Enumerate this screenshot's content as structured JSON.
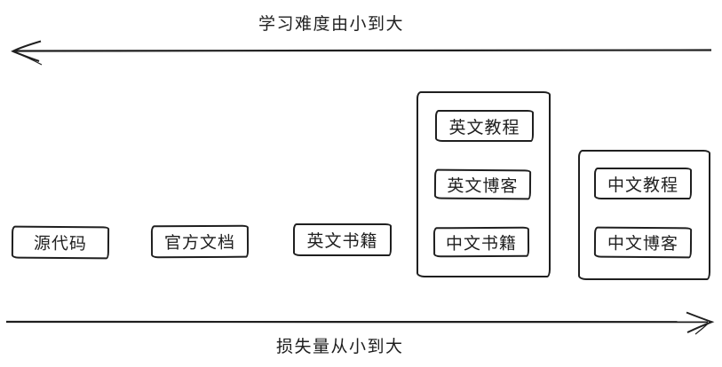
{
  "axes": {
    "top": {
      "label": "学习难度由小到大",
      "direction": "left"
    },
    "bottom": {
      "label": "损失量从小到大",
      "direction": "right"
    }
  },
  "standalone_nodes": [
    {
      "id": "source-code",
      "label": "源代码"
    },
    {
      "id": "official-docs",
      "label": "官方文档"
    },
    {
      "id": "english-books",
      "label": "英文书籍"
    }
  ],
  "groups": [
    {
      "id": "group-english-advanced",
      "items": [
        {
          "id": "english-tutorials",
          "label": "英文教程"
        },
        {
          "id": "english-blogs",
          "label": "英文博客"
        },
        {
          "id": "chinese-books",
          "label": "中文书籍"
        }
      ]
    },
    {
      "id": "group-chinese-easy",
      "items": [
        {
          "id": "chinese-tutorials",
          "label": "中文教程"
        },
        {
          "id": "chinese-blogs",
          "label": "中文博客"
        }
      ]
    }
  ],
  "colors": {
    "stroke": "#1f1f1f",
    "background": "#ffffff"
  }
}
